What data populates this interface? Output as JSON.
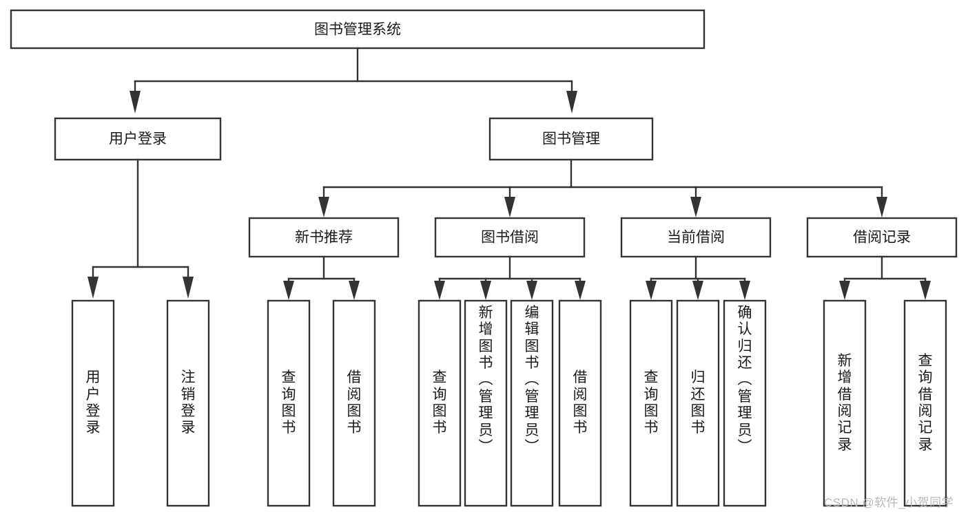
{
  "diagram": {
    "type": "tree-hierarchy",
    "title": "图书管理系统",
    "orientation": "top-down",
    "colors": {
      "box_fill": "#ffffff",
      "box_stroke": "#333333",
      "text": "#1a1a1a",
      "background": "#ffffff",
      "watermark": "#b9b9b9"
    },
    "root": {
      "label": "图书管理系统"
    },
    "level2": [
      {
        "label": "用户登录"
      },
      {
        "label": "图书管理"
      }
    ],
    "level3": [
      {
        "label": "新书推荐"
      },
      {
        "label": "图书借阅"
      },
      {
        "label": "当前借阅"
      },
      {
        "label": "借阅记录"
      }
    ],
    "leaves": {
      "user_login": [
        {
          "label": "用户登录"
        },
        {
          "label": "注销登录"
        }
      ],
      "new_book_recommend": [
        {
          "label": "查询图书"
        },
        {
          "label": "借阅图书"
        }
      ],
      "book_borrow": [
        {
          "label": "查询图书"
        },
        {
          "label": "新增图书（管理员）"
        },
        {
          "label": "编辑图书（管理员）"
        },
        {
          "label": "借阅图书"
        }
      ],
      "current_borrow": [
        {
          "label": "查询图书"
        },
        {
          "label": "归还图书"
        },
        {
          "label": "确认归还（管理员）"
        }
      ],
      "borrow_record": [
        {
          "label": "新增借阅记录"
        },
        {
          "label": "查询借阅记录"
        }
      ]
    }
  },
  "watermark": {
    "text": "CSDN @软件_小贺同学"
  }
}
